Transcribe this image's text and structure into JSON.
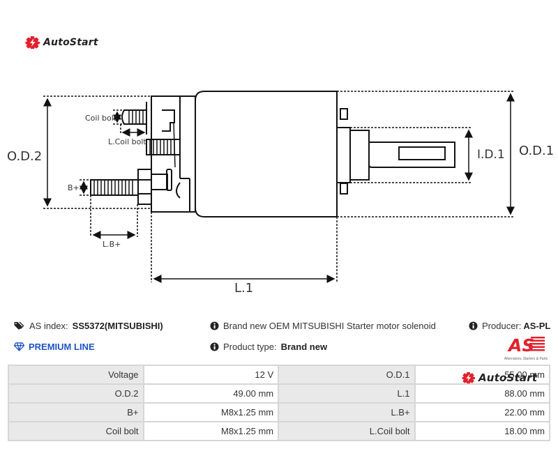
{
  "brand": {
    "name": "AutoStart",
    "accent": "#e3202b"
  },
  "diagram": {
    "labels": {
      "od2": "O.D.2",
      "od1": "O.D.1",
      "id1": "I.D.1",
      "l1": "L.1",
      "coil_bolt": "Coil bolt",
      "l_coil_bolt": "L.Coil bolt",
      "b_plus": "B+",
      "l_b_plus": "L.B+"
    }
  },
  "info": {
    "as_index_label": "AS index:",
    "as_index_value": "SS5372(MITSUBISHI)",
    "premium_line": "PREMIUM LINE",
    "description": "Brand new OEM MITSUBISHI Starter motor solenoid",
    "product_type_label": "Product type:",
    "product_type_value": "Brand new",
    "producer_label": "Producer:",
    "producer_value": "AS-PL",
    "producer_logo_text": "AS",
    "producer_logo_sub": "Alternators, Starters & Parts"
  },
  "specs": [
    {
      "left_key": "Voltage",
      "left_value": "12 V",
      "right_key": "O.D.1",
      "right_value": "55.00 mm"
    },
    {
      "left_key": "O.D.2",
      "left_value": "49.00 mm",
      "right_key": "L.1",
      "right_value": "88.00 mm"
    },
    {
      "left_key": "B+",
      "left_value": "M8x1.25 mm",
      "right_key": "L.B+",
      "right_value": "22.00 mm"
    },
    {
      "left_key": "Coil bolt",
      "left_value": "M8x1.25 mm",
      "right_key": "L.Coil bolt",
      "right_value": "18.00 mm"
    }
  ]
}
